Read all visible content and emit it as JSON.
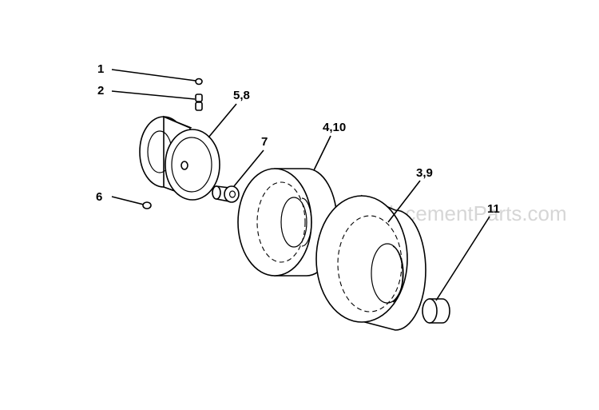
{
  "watermark": "eReplacementParts.com",
  "callouts": {
    "c1": "1",
    "c2": "2",
    "c58": "5,8",
    "c6": "6",
    "c7": "7",
    "c410": "4,10",
    "c39": "3,9",
    "c11": "11"
  },
  "parts": [
    "bolt",
    "nut",
    "wheel-rim",
    "set-screw",
    "bushing",
    "front-tire",
    "rear-tire",
    "hub-cap"
  ]
}
